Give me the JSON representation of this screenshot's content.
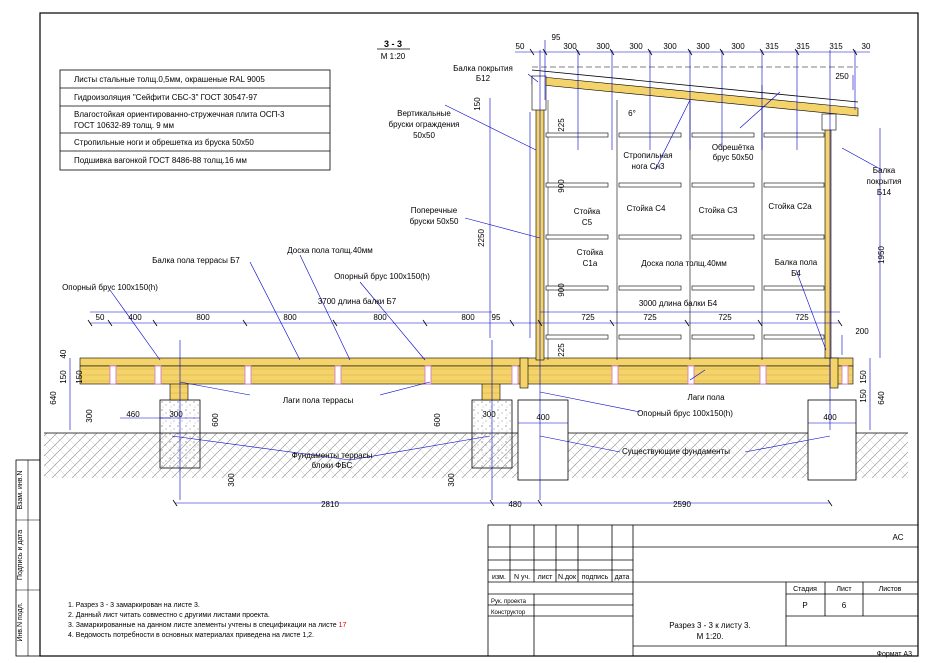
{
  "section": {
    "title": "3 - 3",
    "scale": "М 1:20"
  },
  "materials": [
    "Листы стальные толщ.0,5мм, окрашеные RAL 9005",
    "Гидроизоляция  \"Сейфити СБС-3\" ГОСТ 30547-97",
    "Влагостойкая ориентированно-стружечная плита ОСП-3",
    "ГОСТ 10632-89 толщ. 9 мм",
    "Стропильные ноги и обрешетка из бруска 50х50",
    "Подшивка вагонкой ГОСТ 8486-88 толщ.16 мм"
  ],
  "labels": {
    "beam_b12_a": "Балка покрытия",
    "beam_b12_b": "Б12",
    "vert_bars_a": "Вертикальные",
    "vert_bars_b": "бруски ограждения",
    "vert_bars_c": "50х50",
    "cross_bars_a": "Поперечные",
    "cross_bars_b": "бруски 50х50",
    "beam_b7": "Балка пола террасы Б7",
    "floor_board_1": "Доска пола толщ.40мм",
    "support_beam_1": "Опорный брус 100х150(h)",
    "support_beam_2": "Опорный брус 100х150(h)",
    "support_beam_3": "Опорный брус 100х150(h)",
    "rafter_a": "Стропильная",
    "rafter_b": "нога Сн3",
    "lath_a": "Обрешётка",
    "lath_b": "брус 50х50",
    "beam_b14_a": "Балка",
    "beam_b14_b": "покрытия",
    "beam_b14_c": "Б14",
    "post_c5_a": "Стойка",
    "post_c5_b": "С5",
    "post_c4": "Стойка С4",
    "post_c3": "Стойка С3",
    "post_c2a": "Стойка С2а",
    "post_c1a_a": "Стойка",
    "post_c1a_b": "С1а",
    "floor_board_2": "Доска пола толщ.40мм",
    "beam_b4_a": "Балка пола",
    "beam_b4_b": "Б4",
    "beam_b7_len": "3700  длина балки Б7",
    "beam_b4_len": "3000  длина балки Б4",
    "lags_terrace": "Лаги пола террасы",
    "lags_floor": "Лаги пола",
    "fbs_a": "Фундаменты террасы",
    "fbs_b": "блоки ФБС",
    "existing_found": "Существующие фундаменты",
    "angle": "6°"
  },
  "dims": {
    "top": [
      "50",
      "95",
      "300",
      "300",
      "300",
      "300",
      "300",
      "300",
      "315",
      "30"
    ],
    "d250": "250",
    "d150": "150",
    "d225a": "225",
    "d900a": "900",
    "d2250": "2250",
    "d900b": "900",
    "d225b": "225",
    "d1950": "1950",
    "d200": "200",
    "row_left": [
      "50",
      "400",
      "800",
      "800",
      "800",
      "800",
      "95"
    ],
    "row_right": [
      "725",
      "725",
      "725",
      "725"
    ],
    "left_vert": [
      "40",
      "150",
      "150",
      "640",
      "300"
    ],
    "right_vert": [
      "150",
      "150",
      "640"
    ],
    "found_top": [
      "460",
      "300",
      "300",
      "400",
      "400"
    ],
    "found_vert": [
      "600",
      "300",
      "600",
      "300"
    ],
    "bottom": [
      "2810",
      "480",
      "2590"
    ]
  },
  "side_stamp": [
    "Взам. инв.N",
    "Подпись и дата",
    "Инв.N подл."
  ],
  "title_block": {
    "code": "АС",
    "headers": [
      "изм.",
      "N уч.",
      "лист",
      "N.док",
      "подпись",
      "дата"
    ],
    "roles": [
      "Рук. проекта",
      "Конструктор"
    ],
    "stage_h": "Стадия",
    "sheet_h": "Лист",
    "sheets_h": "Листов",
    "stage": "Р",
    "sheet": "6",
    "name_a": "Разрез 3 - 3 к листу 3.",
    "name_b": "М 1:20.",
    "format": "Формат А3"
  },
  "notes": [
    "1. Разрез 3 - 3 замаркирован на листе 3.",
    "2. Данный лист читать совместно с другими листами проекта.",
    "3. Замаркированные на данном листе элементы учтены в спецификации на листе ",
    "4. Ведомость потребности в основных материалах приведена на листе  1,2."
  ],
  "note3_ref": "17",
  "colors": {
    "accent": "#0000cc",
    "wood": "#f3d36a",
    "wood_dark": "#e0b640",
    "ref_red": "#e00000",
    "pink": "#d070d0"
  }
}
